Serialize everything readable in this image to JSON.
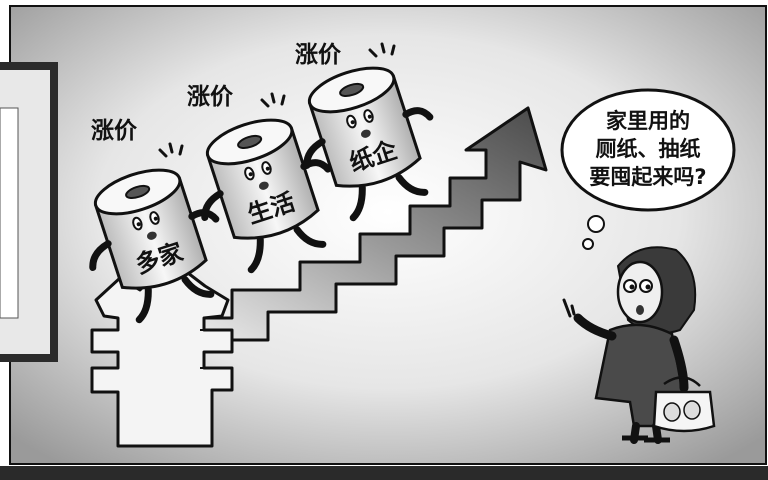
{
  "price_labels": [
    "涨价",
    "涨价",
    "涨价"
  ],
  "rolls": [
    "多家",
    "生活",
    "纸企"
  ],
  "speech_bubble": {
    "lines": [
      "家里用的",
      "厕纸、抽纸",
      "要囤起来吗?"
    ]
  },
  "icons": {
    "currency": "yuan-symbol-icon",
    "arrow": "rising-staircase-arrow-icon",
    "shopper": "woman-with-shopping-bag-icon"
  },
  "colors": {
    "ink": "#111111",
    "frame_bg": "#f2f2f2",
    "footer_bar": "#2a2a2a"
  }
}
